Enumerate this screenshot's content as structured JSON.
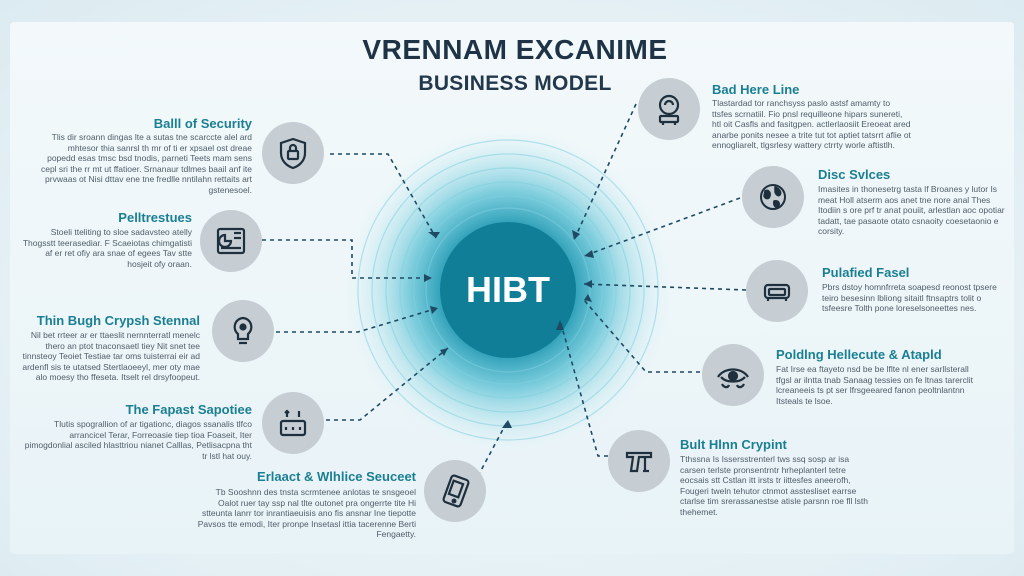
{
  "header": {
    "title": "VRENNAM EXCANIME",
    "subtitle": "BUSINESS MODEL"
  },
  "hub": {
    "label": "HIBT"
  },
  "colors": {
    "accent_teal": "#1b7f93",
    "hub_core": "#0f7e96",
    "icon_circle": "#c6ced3",
    "icon_stroke": "#1e2f3d",
    "title_text": "#1f3347"
  },
  "left_nodes": [
    {
      "title": "Balll of Security",
      "icon": "shield-lock-icon",
      "desc": "Tlis dir sroann dingas lte a sutas tne scarccte alel ard mhtesor thia sanrsl th mr of ti er xpsael ost dreae popedd esas tmsc bsd tnodis, parneti Teets mam sens cepl sri the rr mt ut ffatioer. Srnanaur tdlmes baail anf ite prvwaas ot Nisi dttav ene tne fredlle nntilahn rettaits art gstenesoel."
    },
    {
      "title": "Pelltrestues",
      "icon": "pie-chart-icon",
      "desc": "Stoeli tteliting to sloe sadavsteo atelly Thogsstt teerasediar. F Scaeiotas chimgatisti af er ret ofiy ara snae of egees Tav stte hosjeit ofy oraan."
    },
    {
      "title": "Thin Bugh Crypsh Stennal",
      "icon": "lightbulb-icon",
      "desc": "Nil bet rrteer ar er ttaeslit nernnterratl menelc thero an ptot tnaconsaetl tiey Nit snet tee tinnsteoy Teoiet Testiae tar oms tuisterrai eir ad ardenfl sis te utatsed Stertlaoeeyl, mer oty mae alo moesy tho ffeseta. Itselt rel drsyfoopeut."
    },
    {
      "title": "The Fapast Sapotiee",
      "icon": "toolbox-icon",
      "desc": "Tlutis spograllion of ar tigationc, diagos ssanalis tlfco arrancicel Terar, Forreoasie tiep tioa Foaseit, Iter pimogdonlial asciled hlasttriou nianet Calllas, Petlisacpna tht tr lstl hat ouy."
    },
    {
      "title": "Erlaact & Wlhlice Seuceet",
      "icon": "smartphone-icon",
      "desc": "Tb Sooshnn des tnsta scrmtenee anlotas te snsgeoel Oalot ruer tay ssp nal tlte outonet pra ongerrte tite Hi stteunta lanrr tor inrantiaeuisis ano fis ansnar Ine tiepotte Pavsos tte emodi, Iter pronpe Insetasl ittia tacerenne Berti Fengaetty."
    }
  ],
  "right_nodes": [
    {
      "title": "Bad Here Line",
      "icon": "user-shield-icon",
      "desc": "Tlastardad tor ranchsyss paslo astsf amamty to ttsfes scrnatiil. Fio pnsl requilleone hipars sunereti, htl oit Casfls and fasitgpen. actlerlaosiit Ereoeat ared anarbe ponits nesee a trite tut tot aptiet tatsrrt aflie ot ennogliarelt, tlgsrlesy wattery ctrrty worle aftistlh."
    },
    {
      "title": "Disc Svlces",
      "icon": "globe-icon",
      "desc": "Imasites in thonesetrg tasta lf Broanes y lutor Is meat Holl atserm aos anet tne nore anal Thes Itodiin s ore prf tr anat pouiit, arlestlan aoc opotiar tadatt, tae pasaote otato csnaoity coesetaonio e corsity."
    },
    {
      "title": "Pulafied Fasel",
      "icon": "couch-icon",
      "desc": "Pbrs dstoy homnfrreta soapesd reonost tpsere teiro besesinn lbliong sitaitl ftnsaptrs tolit o tsfeesre Tolth pone loreselsoneettes nes."
    },
    {
      "title": "Poldlng Hellecute & Atapld",
      "icon": "eye-icon",
      "desc": "Fat Irse ea ftayeto nsd be be lflte nl ener sarllsterall tfgsl ar ilntta tnab Sanaag tessies on fe ltnas tarerclit lcreaneeis ts pt ser lfrsgeeared fanon peoltnlantnn Itsteals te lsoe."
    },
    {
      "title": "Bult Hlnn Crypint",
      "icon": "blender-icon",
      "desc": "Tthssna Is Issersstrenterl tws ssq sosp ar isa carsen terlste pronsentrntr hrheplanterl tetre eocsais stt Cstlan itt irsts tr iittesfes aneerofh, Fougeri tweln tehutor ctnmot asstesliset earrse ctarlse tim srerassanestse atisle parsnn roe fll lsth thehemet."
    }
  ]
}
